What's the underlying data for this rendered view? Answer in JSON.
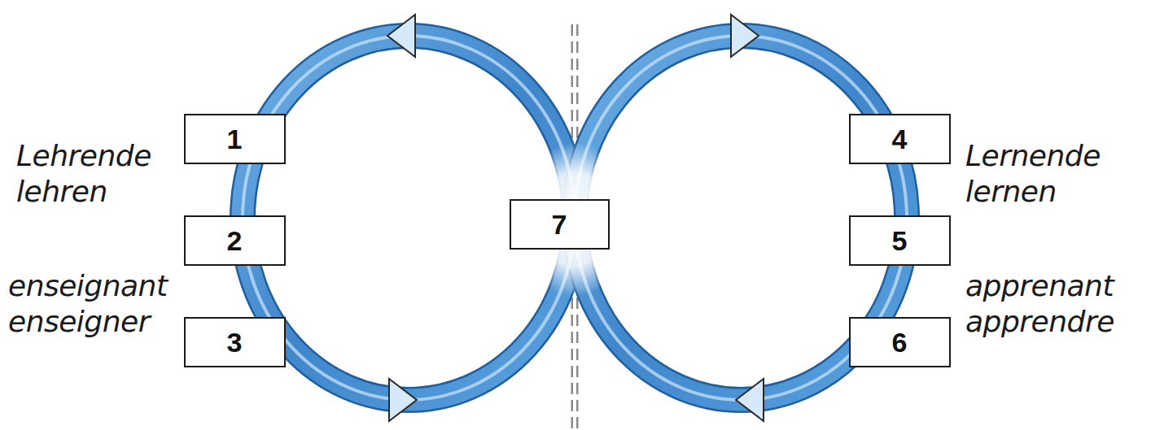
{
  "diagram": {
    "nodes": [
      {
        "text": [
          "1"
        ]
      },
      {
        "text": [
          "2"
        ]
      },
      {
        "text": [
          "3"
        ]
      },
      {
        "text": [
          "4"
        ]
      },
      {
        "text": [
          "5"
        ]
      },
      {
        "text": [
          "6"
        ]
      },
      {
        "text": [
          "7"
        ]
      }
    ],
    "labels": [
      "Lehrende lehren",
      "enseignant enseigner",
      "Lernende lernen",
      "apprenant apprendre"
    ]
  }
}
